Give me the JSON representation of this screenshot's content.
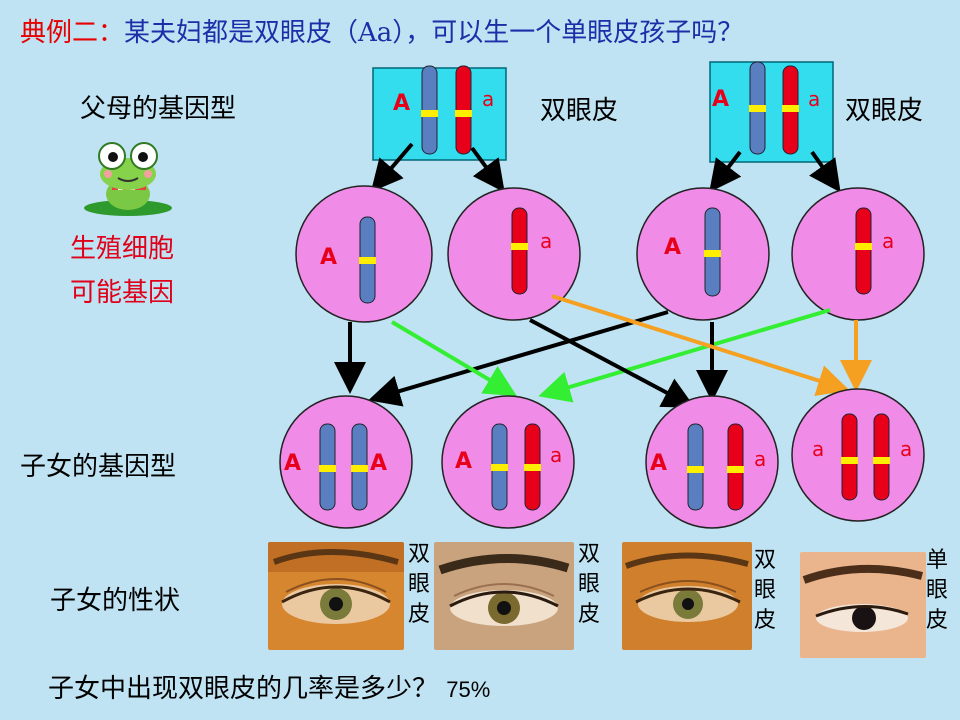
{
  "title": {
    "lead": "典例二：",
    "text": "某夫妇都是双眼皮（Aa），可以生一个单眼皮孩子吗？"
  },
  "labels": {
    "parents_genotype": "父母的基因型",
    "gamete": [
      "生殖细胞",
      "可能基因"
    ],
    "children_genotype": "子女的基因型",
    "children_trait": "子女的性状",
    "question": "子女中出现双眼皮的几率是多少？",
    "answer": "75%"
  },
  "parents": [
    {
      "genes": [
        "A",
        "a"
      ],
      "trait": "双眼皮"
    },
    {
      "genes": [
        "A",
        "a"
      ],
      "trait": "双眼皮"
    }
  ],
  "gametes": [
    "A",
    "a",
    "A",
    "a"
  ],
  "children": [
    {
      "genes": [
        "A",
        "A"
      ],
      "trait": "双眼皮"
    },
    {
      "genes": [
        "A",
        "a"
      ],
      "trait": "双眼皮"
    },
    {
      "genes": [
        "A",
        "a"
      ],
      "trait": "双眼皮"
    },
    {
      "genes": [
        "a",
        "a"
      ],
      "trait": "单眼皮"
    }
  ],
  "colors": {
    "dominant_chromosome": "#5a7fc0",
    "recessive_chromosome": "#e8001a",
    "allele_band": "#ffee00",
    "cell_fill": "#f08ce8",
    "parent_box": "#33ddee",
    "arrow_black": "#000000",
    "arrow_green": "#33ee33",
    "arrow_orange": "#f5a020"
  }
}
